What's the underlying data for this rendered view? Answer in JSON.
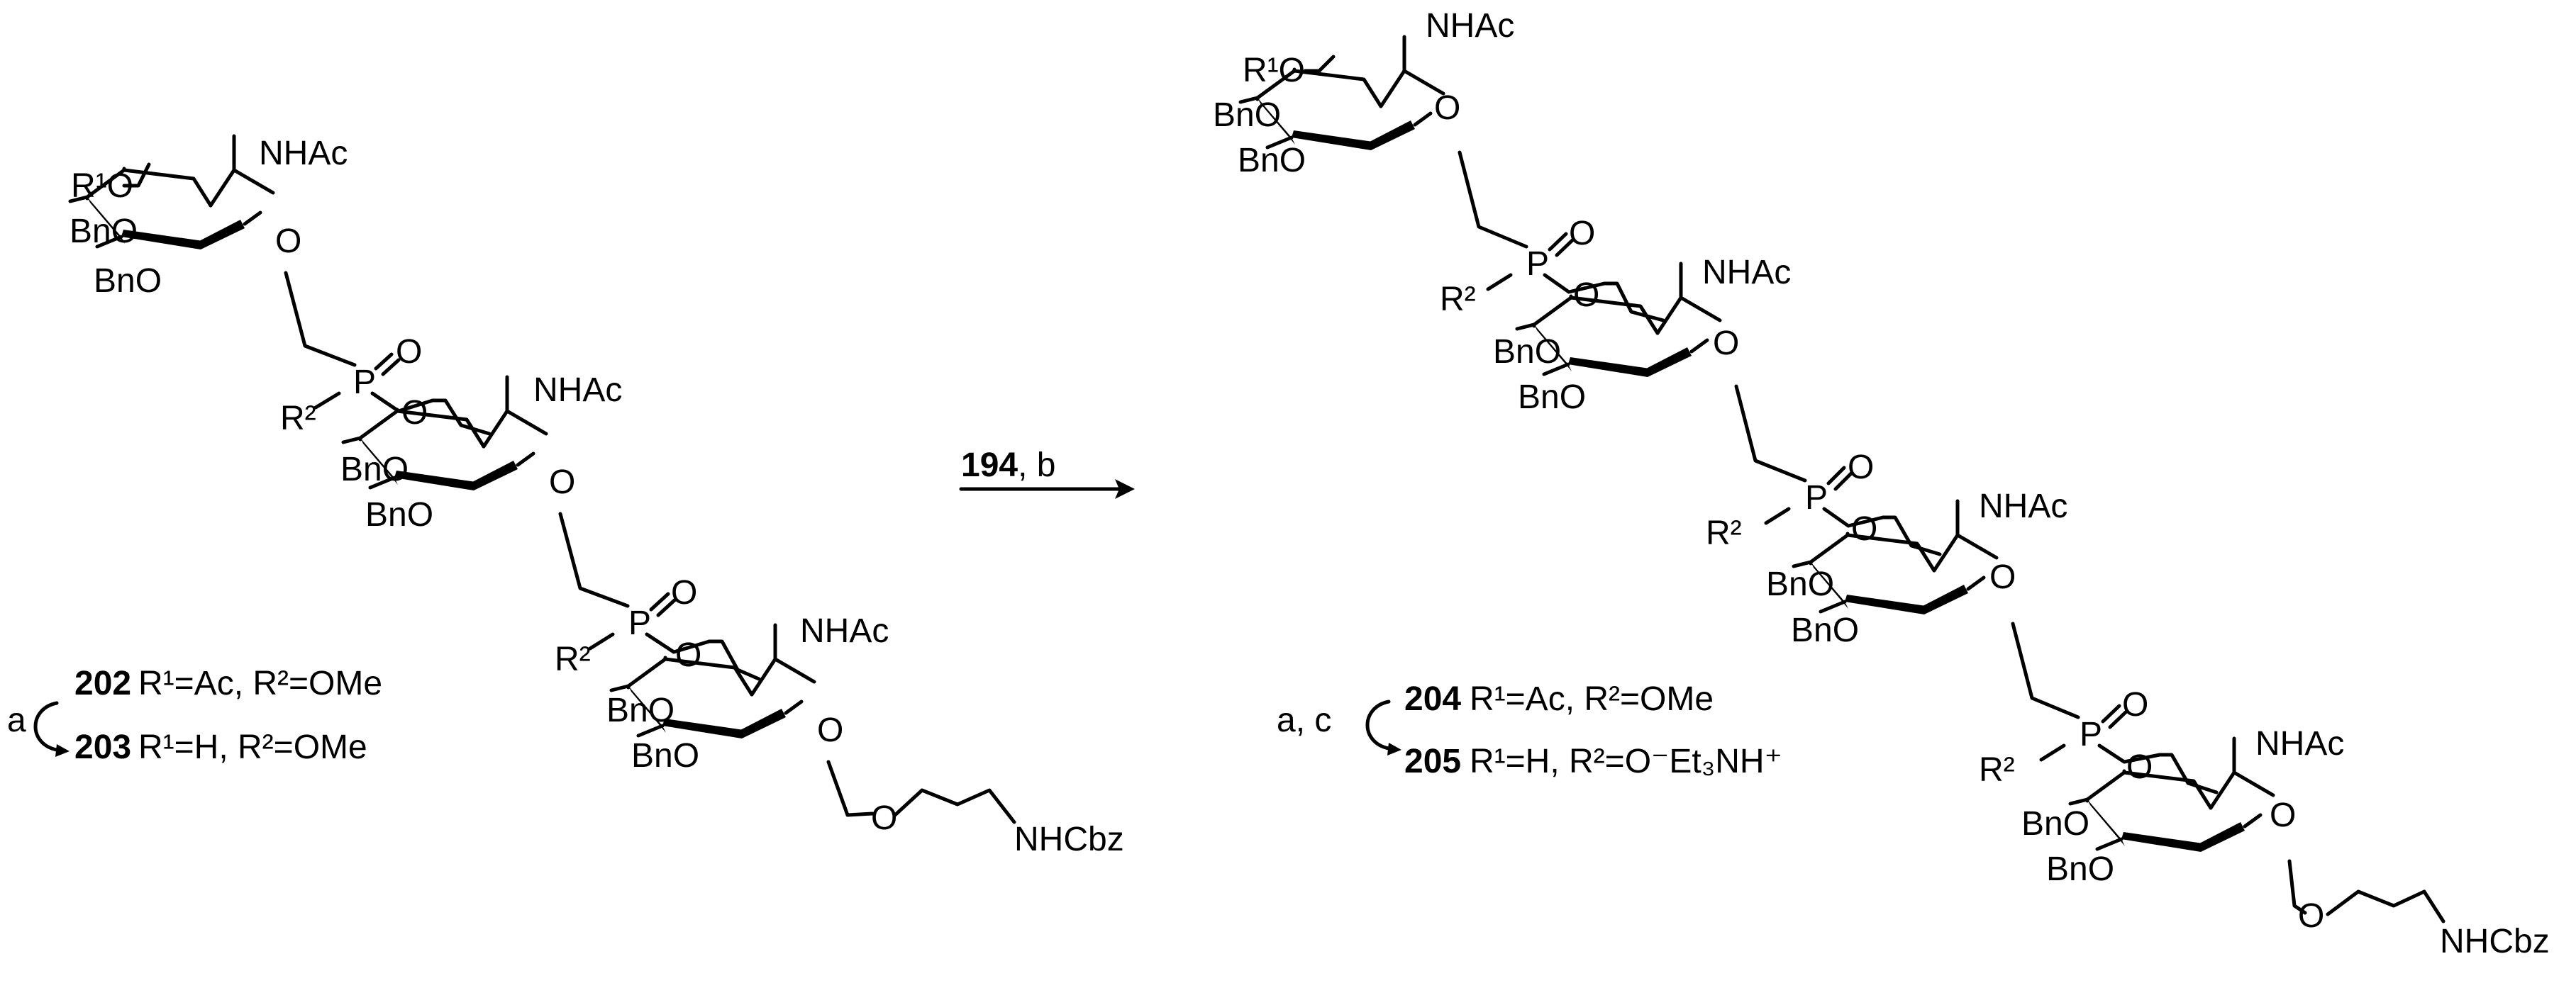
{
  "labels": {
    "nhac": "NHAc",
    "r1o": "R¹O",
    "bno": "BnO",
    "o": "O",
    "p": "P",
    "r2": "R²",
    "nhcbz": "NHCbz"
  },
  "arrow": {
    "reagent_bold": "194",
    "reagent_rest": ", b"
  },
  "left_legend": {
    "step": "a",
    "c202_num": "202",
    "c202_text": "R¹=Ac, R²=OMe",
    "c203_num": "203",
    "c203_text": "R¹=H, R²=OMe"
  },
  "right_legend": {
    "step": "a, c",
    "c204_num": "204",
    "c204_text": "R¹=Ac, R²=OMe",
    "c205_num": "205",
    "c205_text": "R¹=H, R²=O⁻Et₃NH⁺"
  }
}
